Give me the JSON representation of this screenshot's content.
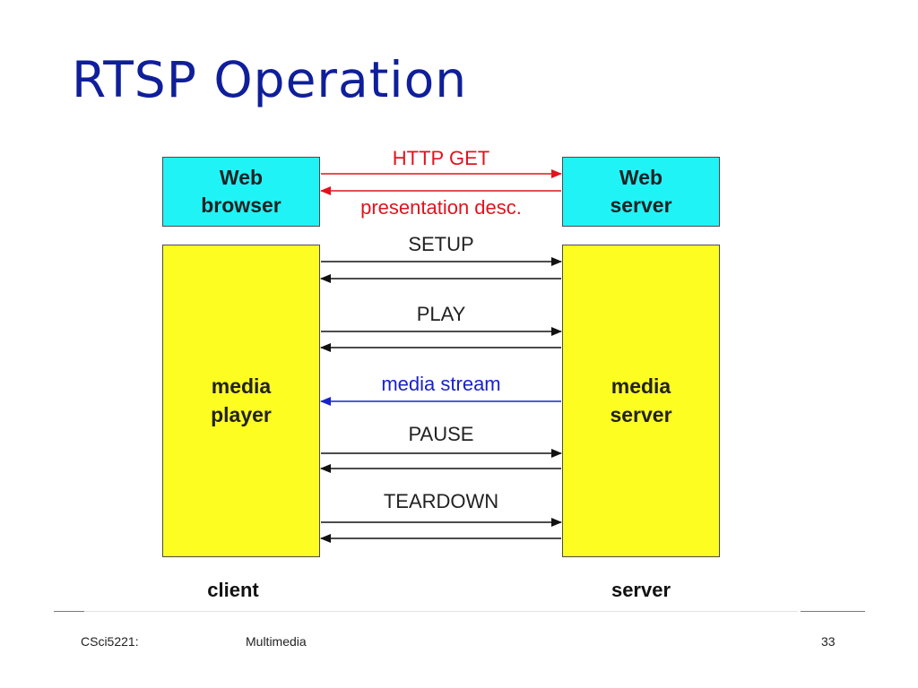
{
  "slide": {
    "title": "RTSP Operation"
  },
  "boxes": {
    "web_browser": "Web\nbrowser",
    "web_server": "Web\nserver",
    "media_player": "media\nplayer",
    "media_server": "media\nserver"
  },
  "messages": [
    {
      "label": "HTTP GET",
      "color": "#e0141e"
    },
    {
      "label": "presentation desc.",
      "color": "#e0141e"
    },
    {
      "label": "SETUP",
      "color": "#222222"
    },
    {
      "label": "PLAY",
      "color": "#222222"
    },
    {
      "label": "media stream",
      "color": "#1a22c8"
    },
    {
      "label": "PAUSE",
      "color": "#222222"
    },
    {
      "label": "TEARDOWN",
      "color": "#222222"
    }
  ],
  "labels": {
    "client": "client",
    "server": "server"
  },
  "colors": {
    "title": "#0f1f9a",
    "web_box": "#20f3f6",
    "media_box": "#fefd22",
    "http_arrows": "#e0141e",
    "stream_arrow": "#1a22c8"
  },
  "footer": {
    "course": "CSci5221:",
    "topic": "Multimedia",
    "page_number": "33"
  }
}
